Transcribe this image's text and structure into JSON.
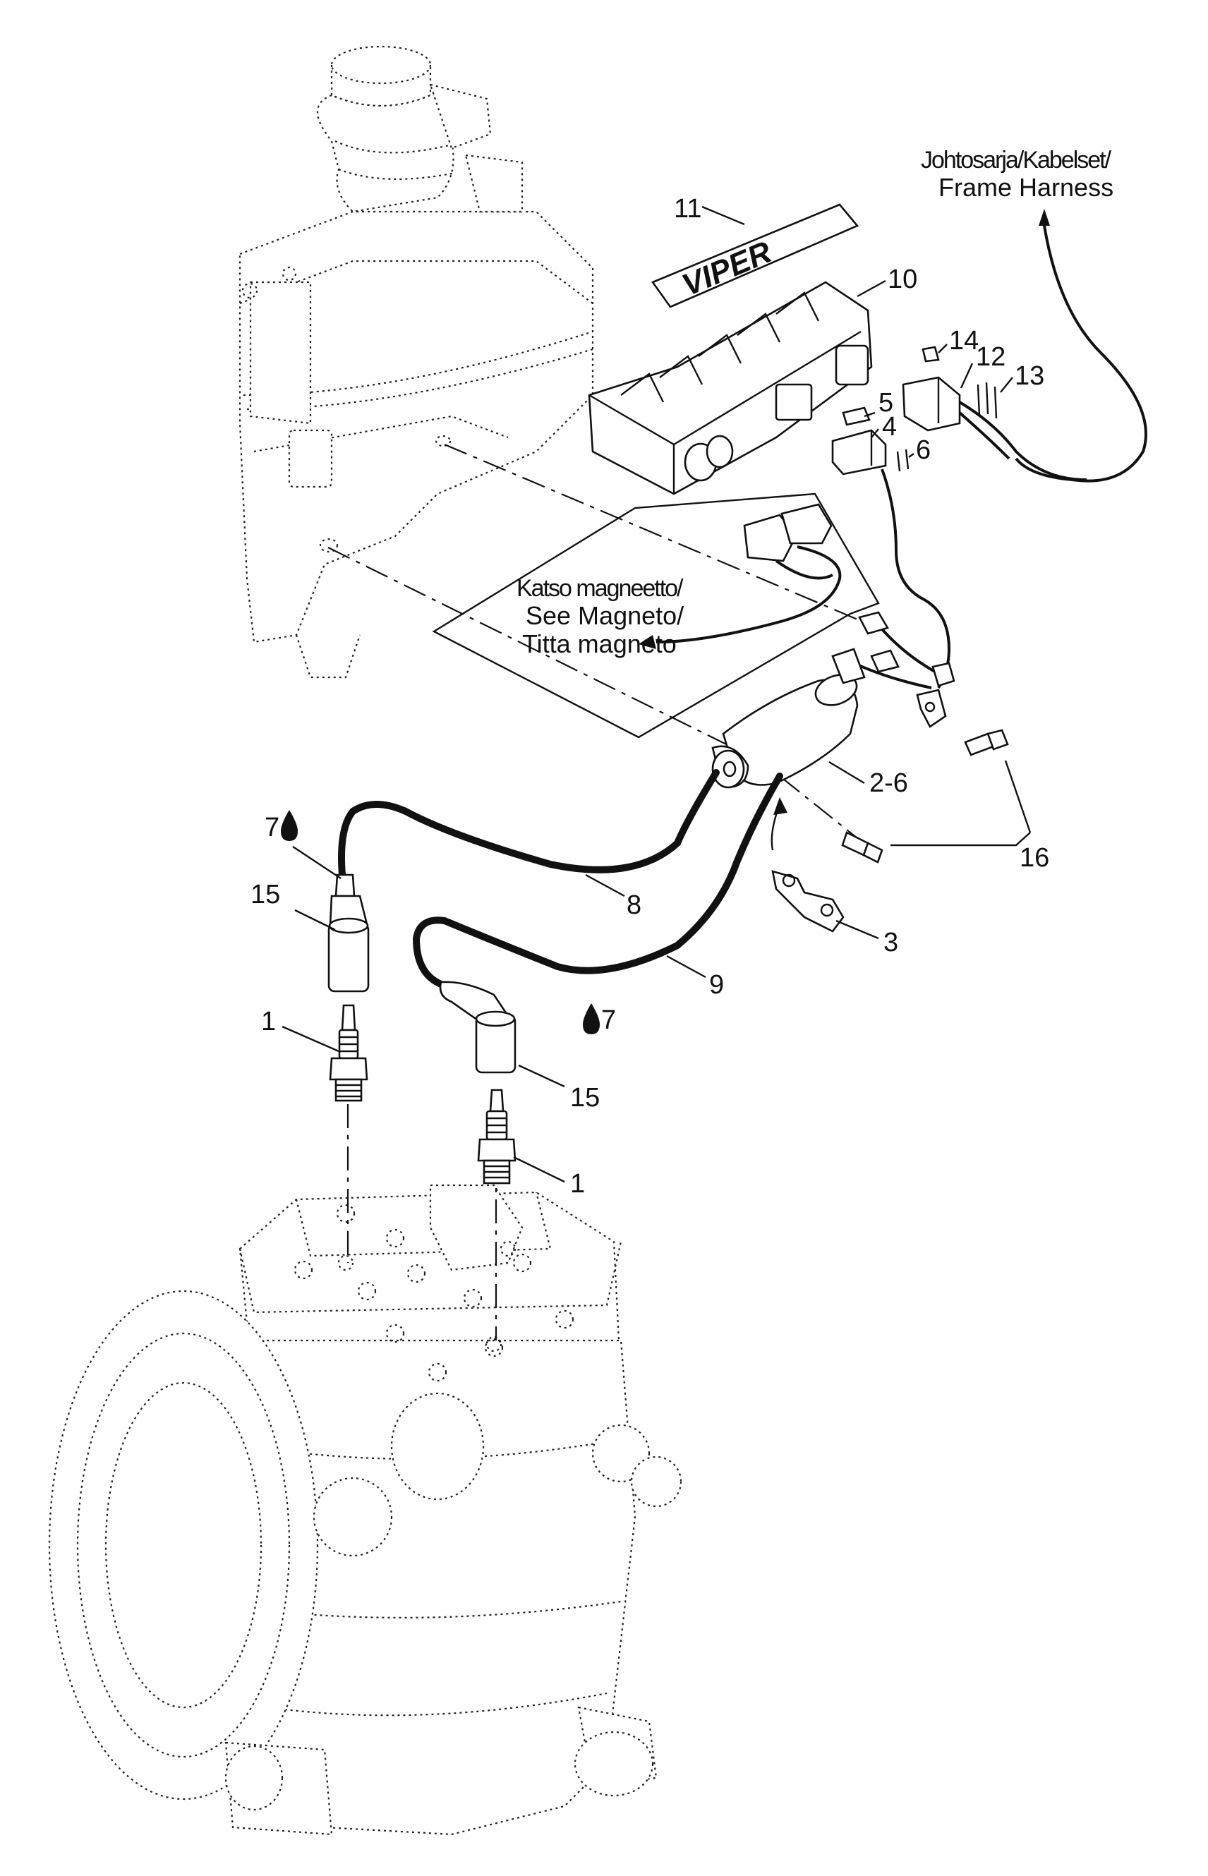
{
  "callouts": {
    "c1a": "1",
    "c1b": "1",
    "c2_6": "2-6",
    "c3": "3",
    "c4": "4",
    "c5": "5",
    "c6": "6",
    "c7a": "7",
    "c7b": "7",
    "c8": "8",
    "c9": "9",
    "c10": "10",
    "c11": "11",
    "c12": "12",
    "c13": "13",
    "c14": "14",
    "c15a": "15",
    "c15b": "15",
    "c16": "16"
  },
  "notes": {
    "frame_harness_line1": "Johtosarja/Kabelset/",
    "frame_harness_line2": "Frame Harness",
    "magneto_line1": "Katso magneetto/",
    "magneto_line2": "See Magneto/",
    "magneto_line3": "Titta magneto"
  },
  "decal_text": "VIPER"
}
